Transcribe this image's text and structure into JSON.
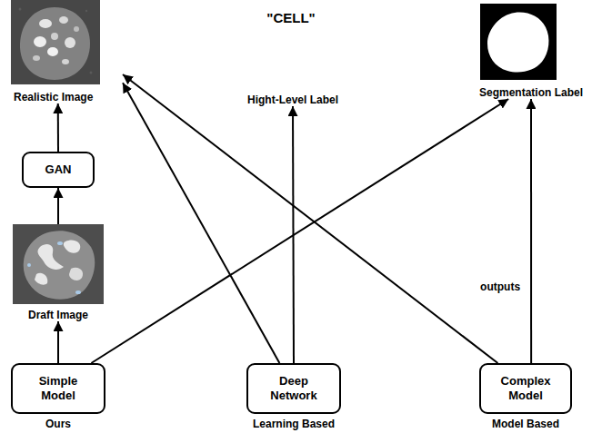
{
  "diagram": {
    "title": "\"CELL\"",
    "nodes": [
      {
        "text": [
          "Realistic Image"
        ]
      },
      {
        "text": [
          "Hight-Level Label"
        ]
      },
      {
        "text": [
          "Segmentation Label"
        ]
      },
      {
        "text": [
          "GAN"
        ]
      },
      {
        "text": [
          "Draft Image"
        ]
      },
      {
        "text": [
          "Simple Model",
          "Ours"
        ]
      },
      {
        "text": [
          "Deep Network",
          "Learning Based"
        ]
      },
      {
        "text": [
          "Complex Model",
          "Model Based"
        ]
      }
    ],
    "edges": [
      {
        "from": 5,
        "to": 4,
        "arrow": "to"
      },
      {
        "from": 4,
        "to": 3,
        "arrow": "to"
      },
      {
        "from": 3,
        "to": 0,
        "arrow": "to"
      },
      {
        "from": 5,
        "to": 2,
        "arrow": "to"
      },
      {
        "from": 6,
        "to": 0,
        "arrow": "to"
      },
      {
        "from": 6,
        "to": 1,
        "arrow": "to"
      },
      {
        "from": 7,
        "to": 0,
        "arrow": "to"
      },
      {
        "from": 7,
        "to": 2,
        "label": "outputs",
        "arrow": "to"
      }
    ]
  }
}
